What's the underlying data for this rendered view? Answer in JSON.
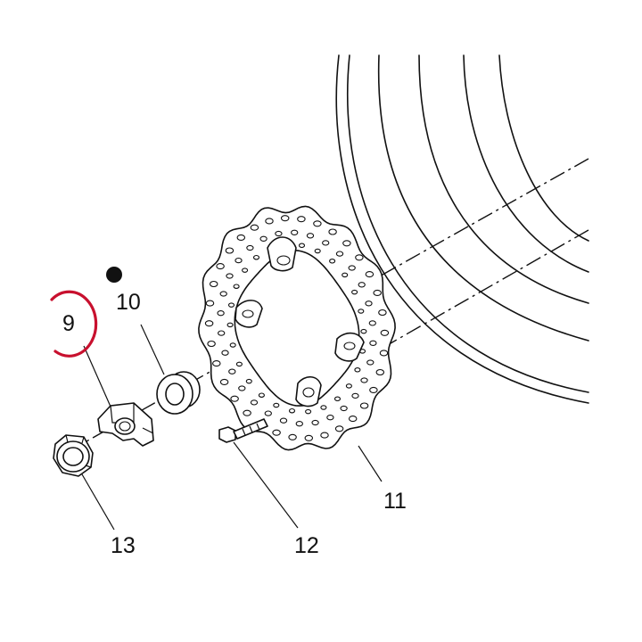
{
  "diagram": {
    "labels": {
      "part_9": "9",
      "part_10": "10",
      "part_11": "11",
      "part_12": "12",
      "part_13": "13"
    },
    "highlight": {
      "part": "9",
      "color": "#c8102e"
    },
    "marker_color": "#111111",
    "line_color": "#111111"
  }
}
